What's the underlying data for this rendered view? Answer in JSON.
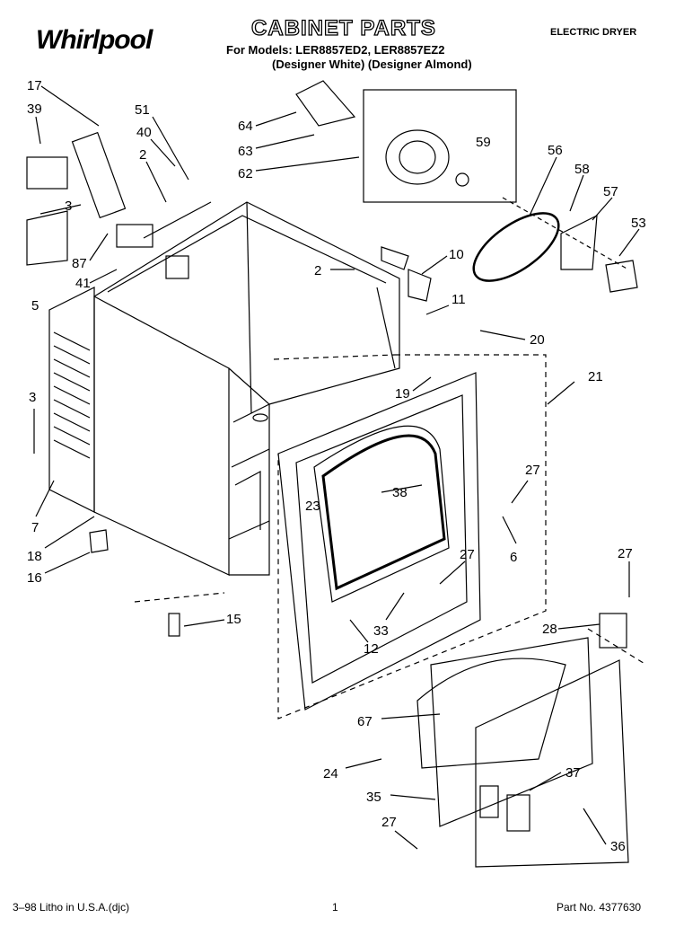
{
  "header": {
    "brand": "Whirlpool",
    "title": "CABINET PARTS",
    "models_line": "For Models: LER8857ED2, LER8857EZ2",
    "colors_line": "(Designer White) (Designer Almond)",
    "category": "ELECTRIC DRYER"
  },
  "callouts": {
    "c17": "17",
    "c39": "39",
    "c51": "51",
    "c40": "40",
    "c2a": "2",
    "c3a": "3",
    "c87": "87",
    "c41": "41",
    "c5": "5",
    "c64": "64",
    "c63": "63",
    "c62": "62",
    "c59": "59",
    "c56": "56",
    "c58": "58",
    "c57": "57",
    "c53": "53",
    "c10": "10",
    "c2b": "2",
    "c11": "11",
    "c20": "20",
    "c21": "21",
    "c19": "19",
    "c3b": "3",
    "c7": "7",
    "c18": "18",
    "c16": "16",
    "c15": "15",
    "c23": "23",
    "c38": "38",
    "c27a": "27",
    "c6": "6",
    "c27b": "27",
    "c33": "33",
    "c12": "12",
    "c27c": "27",
    "c28": "28",
    "c67": "67",
    "c24": "24",
    "c35": "35",
    "c37": "37",
    "c27d": "27",
    "c36": "36"
  },
  "footer": {
    "litho": "3–98 Litho in U.S.A.(djc)",
    "page": "1",
    "part_no": "Part No. 4377630"
  }
}
